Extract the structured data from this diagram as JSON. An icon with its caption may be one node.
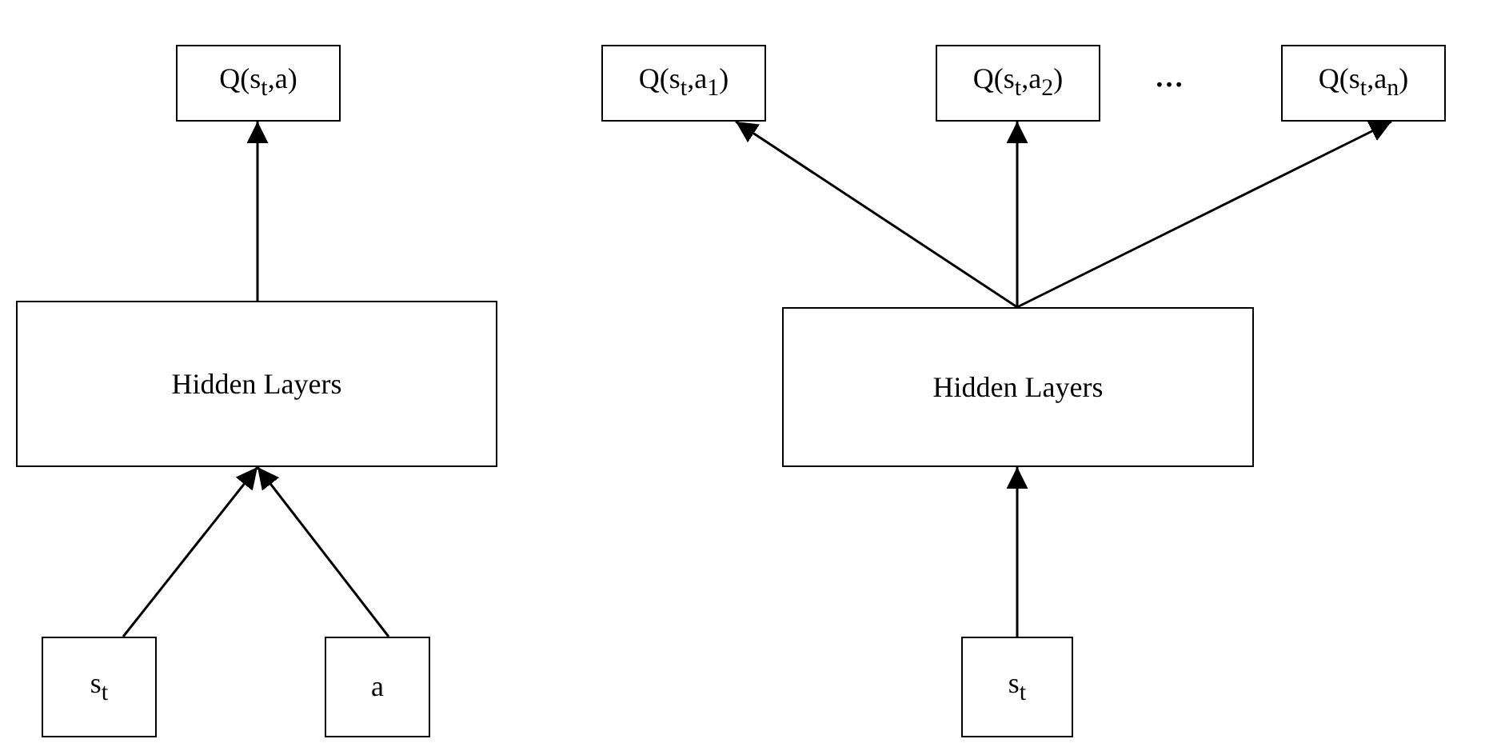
{
  "diagram": {
    "nodes": [
      {
        "text": [
          "Q(s$_{t}$,a)"
        ]
      },
      {
        "text": [
          "Q(s$_{t}$,a$_{1}$)"
        ]
      },
      {
        "text": [
          "Q(s$_{t}$,a$_{2}$)"
        ]
      },
      {
        "text": [
          "Q(s$_{t}$,a$_{n}$)"
        ]
      },
      {
        "text": [
          "Hidden Layers"
        ]
      },
      {
        "text": [
          "Hidden Layers"
        ]
      },
      {
        "text": [
          "s$_{t}$"
        ]
      },
      {
        "text": [
          "a"
        ]
      },
      {
        "text": [
          "s$_{t}$"
        ]
      }
    ],
    "edges": [
      {
        "from": 6,
        "to": 4,
        "arrow": "to"
      },
      {
        "from": 7,
        "to": 4,
        "arrow": "to"
      },
      {
        "from": 4,
        "to": 0,
        "arrow": "to"
      },
      {
        "from": 5,
        "to": 1,
        "arrow": "to"
      },
      {
        "from": 5,
        "to": 2,
        "arrow": "to"
      },
      {
        "from": 5,
        "to": 3,
        "arrow": "to"
      },
      {
        "from": 8,
        "to": 5,
        "arrow": "to"
      }
    ],
    "labels": [
      "…"
    ]
  }
}
